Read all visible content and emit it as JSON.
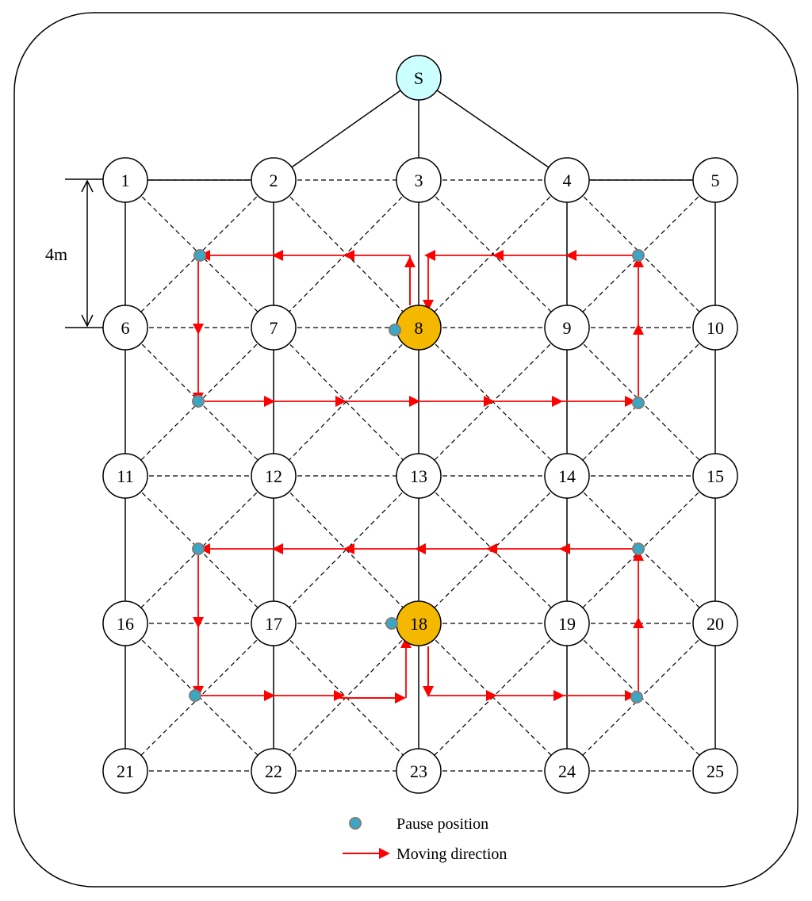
{
  "diagram": {
    "sink_label": "S",
    "node_labels": [
      "1",
      "2",
      "3",
      "4",
      "5",
      "6",
      "7",
      "8",
      "9",
      "10",
      "11",
      "12",
      "13",
      "14",
      "15",
      "16",
      "17",
      "18",
      "19",
      "20",
      "21",
      "22",
      "23",
      "24",
      "25"
    ],
    "highlighted_nodes": [
      "8",
      "18"
    ],
    "dimension_label": "4m",
    "legend": {
      "pause_label": "Pause position",
      "moving_label": "Moving direction"
    },
    "colors": {
      "highlight_fill": "#F5B800",
      "sink_fill": "#CCFFFF",
      "pause_fill": "#3BA7C4",
      "pause_stroke": "#7F7F7F",
      "arrow": "#FF0000"
    }
  }
}
